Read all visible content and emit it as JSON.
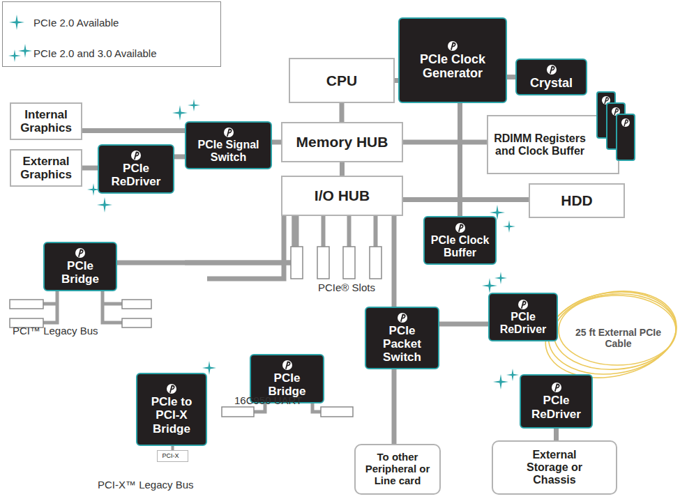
{
  "diagram": {
    "nodes": [
      {
        "text": [
          "CPU"
        ]
      },
      {
        "text": [
          "PCIe Clock Generator"
        ]
      },
      {
        "text": [
          "Crystal"
        ]
      },
      {
        "text": [
          "Internal Graphics"
        ]
      },
      {
        "text": [
          "PCIe Signal Switch"
        ]
      },
      {
        "text": [
          "Memory HUB"
        ]
      },
      {
        "text": [
          "RDIMM Registers and Clock Buffer"
        ]
      },
      {
        "text": [
          "External Graphics"
        ]
      },
      {
        "text": [
          "PCIe ReDriver"
        ]
      },
      {
        "text": [
          "I/O HUB"
        ]
      },
      {
        "text": [
          "HDD"
        ]
      },
      {
        "text": [
          "PCIe Clock Buffer"
        ]
      },
      {
        "text": [
          "PCIe Bridge"
        ]
      },
      {
        "text": [
          "PCIe ReDriver"
        ]
      },
      {
        "text": [
          "PCIe Packet Switch"
        ]
      },
      {
        "text": [
          "PCIe Bridge"
        ]
      },
      {
        "text": [
          "PCIe to PCI-X Bridge"
        ]
      },
      {
        "text": [
          "PCIe ReDriver"
        ]
      },
      {
        "text": [
          "PCI-X"
        ]
      },
      {
        "text": [
          "To other Peripheral or Line card"
        ]
      },
      {
        "text": [
          "External Storage or Chassis"
        ]
      }
    ],
    "edges": [
      {
        "from": 0,
        "to": 5,
        "arrow": "none"
      },
      {
        "from": 0,
        "to": 1,
        "arrow": "none"
      },
      {
        "from": 1,
        "to": 2,
        "arrow": "none"
      },
      {
        "from": 3,
        "to": 4,
        "arrow": "none"
      },
      {
        "from": 4,
        "to": 5,
        "arrow": "none"
      },
      {
        "from": 7,
        "to": 8,
        "arrow": "none"
      },
      {
        "from": 8,
        "to": 4,
        "arrow": "none"
      },
      {
        "from": 5,
        "to": 6,
        "arrow": "none"
      },
      {
        "from": 5,
        "to": 9,
        "arrow": "none"
      },
      {
        "from": 9,
        "to": 10,
        "arrow": "none"
      },
      {
        "from": 1,
        "to": 11,
        "arrow": "none"
      },
      {
        "from": 9,
        "to": 14,
        "arrow": "none"
      },
      {
        "from": 14,
        "to": 13,
        "arrow": "none"
      },
      {
        "from": 14,
        "to": 19,
        "arrow": "none"
      },
      {
        "from": 17,
        "to": 20,
        "arrow": "none"
      },
      {
        "from": 9,
        "to": 12,
        "arrow": "none"
      },
      {
        "from": 9,
        "to": 15,
        "arrow": "none"
      },
      {
        "from": 9,
        "to": 16,
        "arrow": "none"
      },
      {
        "from": 16,
        "to": 18,
        "arrow": "none"
      }
    ],
    "labels": [
      "PCI™ Legacy Bus",
      "PCIe® Slots",
      "16C950 UART",
      "PCI-X™ Legacy Bus",
      "25 ft External PCIe Cable"
    ],
    "legend": [
      {
        "text": "PCIe 2.0 Available"
      },
      {
        "text": "PCIe 2.0 and 3.0 Available"
      }
    ]
  }
}
